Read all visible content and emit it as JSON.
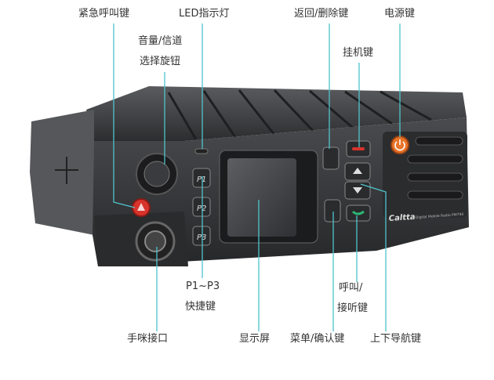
{
  "labels": {
    "emergency": "紧急呼叫键",
    "led": "LED指示灯",
    "back_delete": "返回/删除键",
    "power": "电源键",
    "knob_line1": "音量/信道",
    "knob_line2": "选择旋钮",
    "hangup": "挂机键",
    "shortcut_line1": "P1~P3",
    "shortcut_line2": "快捷键",
    "call_line1": "呼叫/",
    "call_line2": "接听键",
    "mic_port": "手咪接口",
    "display": "显示屏",
    "menu_confirm": "菜单/确认键",
    "nav": "上下导航键"
  },
  "device": {
    "brand": "Caltta",
    "model_text": "Digital Mobile Radio PM790",
    "keys": [
      "P1",
      "P2",
      "P3"
    ]
  },
  "colors": {
    "callout": "#4fc4cc",
    "body": "#3a3b3d",
    "emergency": "#d8332b",
    "power": "#e8742a",
    "hangup": "#d8332b",
    "call": "#2bb673"
  }
}
